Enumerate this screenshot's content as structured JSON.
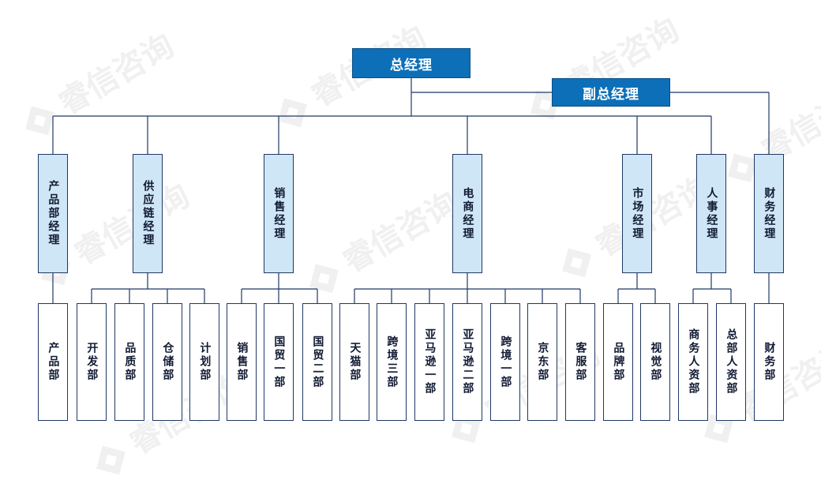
{
  "watermark": "睿信咨询",
  "top": {
    "ceo": "总经理",
    "vp": "副总经理"
  },
  "departments": [
    {
      "label": "产品部经理",
      "children": [
        "产品部"
      ]
    },
    {
      "label": "供应链经理",
      "children": [
        "开发部",
        "品质部",
        "仓储部",
        "计划部"
      ]
    },
    {
      "label": "销售经理",
      "children": [
        "销售部",
        "国贸一部",
        "国贸二部"
      ]
    },
    {
      "label": "电商经理",
      "children": [
        "天猫部",
        "跨境三部",
        "亚马逊一部",
        "亚马逊二部",
        "跨境一部",
        "京东部",
        "客服部"
      ]
    },
    {
      "label": "市场经理",
      "children": [
        "品牌部",
        "视觉部"
      ]
    },
    {
      "label": "人事经理",
      "children": [
        "商务人资部",
        "总部人资部"
      ]
    },
    {
      "label": "财务经理",
      "children": [
        "财务部"
      ]
    }
  ],
  "colors": {
    "top_fill": "#0c6fb8",
    "mid_fill": "#cfe6f7",
    "border": "#1f3864",
    "line": "#1f3864"
  }
}
